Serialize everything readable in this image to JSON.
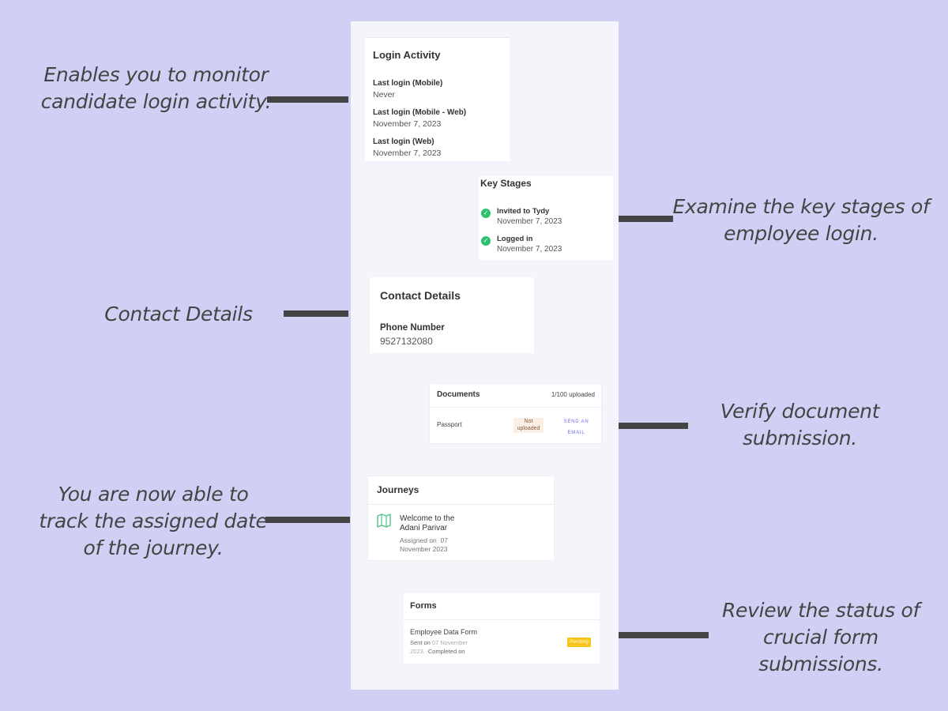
{
  "callouts": {
    "login": [
      "Enables you to monitor",
      "candidate login activity."
    ],
    "stages": [
      "Examine the key stages of",
      "employee login."
    ],
    "contact": [
      "Contact Details"
    ],
    "documents": [
      "Verify document",
      "submission."
    ],
    "journeys": [
      "You are now able to",
      "track the assigned date",
      "of the journey."
    ],
    "forms": [
      "Review the status of",
      "crucial form",
      "submissions."
    ]
  },
  "login_activity": {
    "title": "Login Activity",
    "items": [
      {
        "label": "Last login (Mobile)",
        "value": "Never"
      },
      {
        "label": "Last login (Mobile - Web)",
        "value": "November 7, 2023"
      },
      {
        "label": "Last login (Web)",
        "value": "November 7, 2023"
      }
    ]
  },
  "key_stages": {
    "title": "Key Stages",
    "items": [
      {
        "label": "Invited to Tydy",
        "date": "November 7, 2023"
      },
      {
        "label": "Logged in",
        "date": "November 7, 2023"
      }
    ],
    "check_color": "#2fbf71"
  },
  "contact": {
    "title": "Contact Details",
    "phone_label": "Phone Number",
    "phone_value": "9527132080"
  },
  "documents": {
    "title": "Documents",
    "count": "1/100 uploaded",
    "row_name": "Passport",
    "status_line1": "Not",
    "status_line2": "uploaded",
    "action_line1": "SEND AN",
    "action_line2": "EMAIL"
  },
  "journeys": {
    "title": "Journeys",
    "name_line1": "Welcome to the",
    "name_line2": "Adani Parivar",
    "assigned_line1": "Assigned on  07",
    "assigned_line2": "November 2023",
    "icon": "map-icon"
  },
  "forms": {
    "title": "Forms",
    "form_name": "Employee Data Form",
    "sent_prefix": "Sent on",
    "sent_date_a": "07 November",
    "sent_date_b": "2023.",
    "completed": "Completed on",
    "status": "Pending",
    "status_color": "#f5c518"
  }
}
